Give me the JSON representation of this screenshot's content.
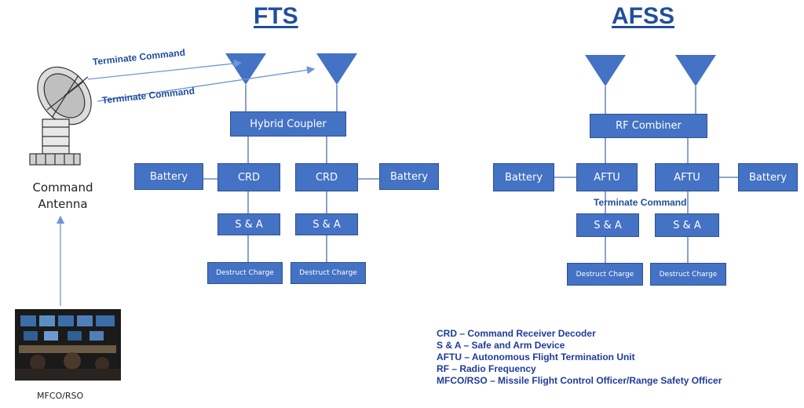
{
  "titles": {
    "fts": "FTS",
    "afss": "AFSS"
  },
  "fts": {
    "coupler": "Hybrid Coupler",
    "battery_left": "Battery",
    "battery_right": "Battery",
    "crd_left": "CRD",
    "crd_right": "CRD",
    "sa_left": "S & A",
    "sa_right": "S & A",
    "destruct_left": "Destruct Charge",
    "destruct_right": "Destruct Charge",
    "command_upper": "Terminate Command",
    "command_lower": "Terminate Command"
  },
  "afss": {
    "combiner": "RF Combiner",
    "battery_left": "Battery",
    "battery_right": "Battery",
    "aftu_left": "AFTU",
    "aftu_right": "AFTU",
    "command": "Terminate Command",
    "sa_left": "S & A",
    "sa_right": "S & A",
    "destruct_left": "Destruct Charge",
    "destruct_right": "Destruct Charge"
  },
  "command_antenna": {
    "line1": "Command",
    "line2": "Antenna"
  },
  "operator": {
    "label": "MFCO/RSO"
  },
  "legend": [
    "CRD – Command Receiver Decoder",
    "S & A – Safe and Arm Device",
    "AFTU – Autonomous Flight Termination Unit",
    "RF – Radio Frequency",
    "MFCO/RSO – Missile Flight Control Officer/Range Safety Officer"
  ],
  "colors": {
    "box": "#4472c4",
    "box_border": "#2f528f",
    "title": "#1f4e9c",
    "arrow": "#6f95d8",
    "line": "#4a6fb0"
  }
}
